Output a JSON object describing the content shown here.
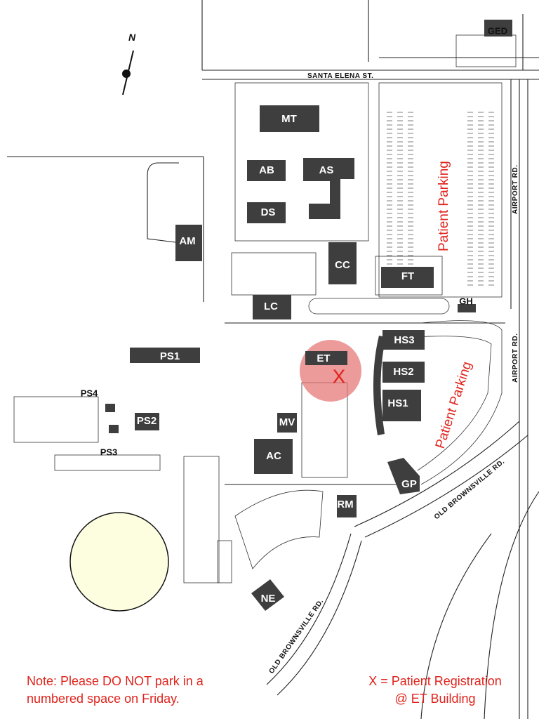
{
  "map": {
    "north_label": "N",
    "streets": {
      "santa_elena": "SANTA ELENA ST.",
      "airport_upper": "AIRPORT RD.",
      "airport_lower": "AIRPORT RD.",
      "old_brownsville_right": "OLD BROWNSVILLE RD.",
      "old_brownsville_bottom": "OLD BROWNSVILLE RD."
    },
    "buildings": {
      "GED": "GED",
      "MT": "MT",
      "AB": "AB",
      "AS": "AS",
      "DS": "DS",
      "AM": "AM",
      "CC": "CC",
      "FT": "FT",
      "GH": "GH",
      "LC": "LC",
      "HS3": "HS3",
      "ET": "ET",
      "HS2": "HS2",
      "HS1": "HS1",
      "PS1": "PS1",
      "PS4": "PS4",
      "PS2": "PS2",
      "PS3": "PS3",
      "MV": "MV",
      "AC": "AC",
      "GP": "GP",
      "RM": "RM",
      "NE": "NE"
    },
    "parking_labels": {
      "upper": "Patient Parking",
      "lower": "Patient Parking"
    },
    "marker": {
      "symbol": "X",
      "color": "#e0231c",
      "highlight": "#e57373"
    },
    "pond_color": "#fdfde0",
    "building_color": "#3e3e3e"
  },
  "notes": {
    "left_line1": "Note: Please DO NOT park in a",
    "left_line2": "numbered space on Friday.",
    "right_line1": "X = Patient Registration",
    "right_line2": "@ ET Building"
  }
}
